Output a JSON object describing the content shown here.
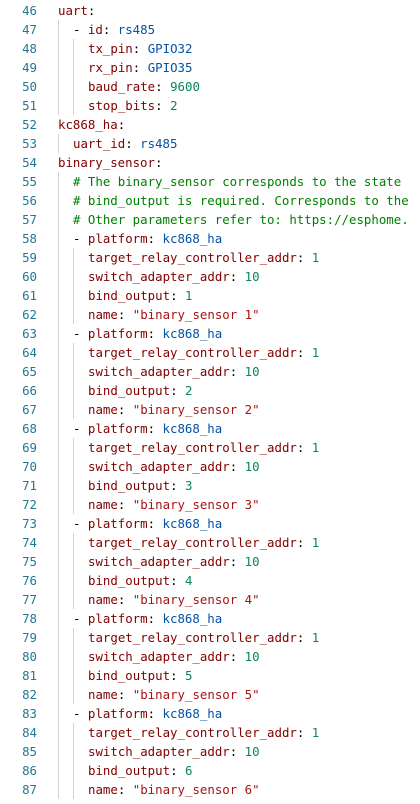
{
  "editor": {
    "lines": [
      {
        "number": "46",
        "indent": 0,
        "segments": [
          {
            "t": "uart",
            "c": "k"
          },
          {
            "t": ":",
            "c": "p"
          }
        ]
      },
      {
        "number": "47",
        "indent": 1,
        "segments": [
          {
            "t": "- ",
            "c": "p"
          },
          {
            "t": "id",
            "c": "k"
          },
          {
            "t": ": ",
            "c": "p"
          },
          {
            "t": "rs485",
            "c": "v"
          }
        ]
      },
      {
        "number": "48",
        "indent": 2,
        "segments": [
          {
            "t": "tx_pin",
            "c": "k"
          },
          {
            "t": ": ",
            "c": "p"
          },
          {
            "t": "GPIO32",
            "c": "v"
          }
        ]
      },
      {
        "number": "49",
        "indent": 2,
        "segments": [
          {
            "t": "rx_pin",
            "c": "k"
          },
          {
            "t": ": ",
            "c": "p"
          },
          {
            "t": "GPIO35",
            "c": "v"
          }
        ]
      },
      {
        "number": "50",
        "indent": 2,
        "segments": [
          {
            "t": "baud_rate",
            "c": "k"
          },
          {
            "t": ": ",
            "c": "p"
          },
          {
            "t": "9600",
            "c": "n"
          }
        ]
      },
      {
        "number": "51",
        "indent": 2,
        "segments": [
          {
            "t": "stop_bits",
            "c": "k"
          },
          {
            "t": ": ",
            "c": "p"
          },
          {
            "t": "2",
            "c": "n"
          }
        ]
      },
      {
        "number": "52",
        "indent": 0,
        "segments": [
          {
            "t": "kc868_ha",
            "c": "k"
          },
          {
            "t": ":",
            "c": "p"
          }
        ]
      },
      {
        "number": "53",
        "indent": 1,
        "segments": [
          {
            "t": "uart_id",
            "c": "k"
          },
          {
            "t": ": ",
            "c": "p"
          },
          {
            "t": "rs485",
            "c": "v"
          }
        ]
      },
      {
        "number": "54",
        "indent": 0,
        "segments": [
          {
            "t": "binary_sensor",
            "c": "k"
          },
          {
            "t": ":",
            "c": "p"
          }
        ]
      },
      {
        "number": "55",
        "indent": 1,
        "segments": [
          {
            "t": "# The binary_sensor corresponds to the state",
            "c": "c"
          }
        ]
      },
      {
        "number": "56",
        "indent": 1,
        "segments": [
          {
            "t": "# bind_output is required. Corresponds to the",
            "c": "c"
          }
        ]
      },
      {
        "number": "57",
        "indent": 1,
        "segments": [
          {
            "t": "# Other parameters refer to: https://esphome.",
            "c": "c"
          }
        ]
      },
      {
        "number": "58",
        "indent": 1,
        "segments": [
          {
            "t": "- ",
            "c": "p"
          },
          {
            "t": "platform",
            "c": "k"
          },
          {
            "t": ": ",
            "c": "p"
          },
          {
            "t": "kc868_ha",
            "c": "v"
          }
        ]
      },
      {
        "number": "59",
        "indent": 2,
        "segments": [
          {
            "t": "target_relay_controller_addr",
            "c": "k"
          },
          {
            "t": ": ",
            "c": "p"
          },
          {
            "t": "1",
            "c": "n"
          }
        ]
      },
      {
        "number": "60",
        "indent": 2,
        "segments": [
          {
            "t": "switch_adapter_addr",
            "c": "k"
          },
          {
            "t": ": ",
            "c": "p"
          },
          {
            "t": "10",
            "c": "n"
          }
        ]
      },
      {
        "number": "61",
        "indent": 2,
        "segments": [
          {
            "t": "bind_output",
            "c": "k"
          },
          {
            "t": ": ",
            "c": "p"
          },
          {
            "t": "1",
            "c": "n"
          }
        ]
      },
      {
        "number": "62",
        "indent": 2,
        "segments": [
          {
            "t": "name",
            "c": "k"
          },
          {
            "t": ": ",
            "c": "p"
          },
          {
            "t": "\"binary_sensor 1\"",
            "c": "s"
          }
        ]
      },
      {
        "number": "63",
        "indent": 1,
        "segments": [
          {
            "t": "- ",
            "c": "p"
          },
          {
            "t": "platform",
            "c": "k"
          },
          {
            "t": ": ",
            "c": "p"
          },
          {
            "t": "kc868_ha",
            "c": "v"
          }
        ]
      },
      {
        "number": "64",
        "indent": 2,
        "segments": [
          {
            "t": "target_relay_controller_addr",
            "c": "k"
          },
          {
            "t": ": ",
            "c": "p"
          },
          {
            "t": "1",
            "c": "n"
          }
        ]
      },
      {
        "number": "65",
        "indent": 2,
        "segments": [
          {
            "t": "switch_adapter_addr",
            "c": "k"
          },
          {
            "t": ": ",
            "c": "p"
          },
          {
            "t": "10",
            "c": "n"
          }
        ]
      },
      {
        "number": "66",
        "indent": 2,
        "segments": [
          {
            "t": "bind_output",
            "c": "k"
          },
          {
            "t": ": ",
            "c": "p"
          },
          {
            "t": "2",
            "c": "n"
          }
        ]
      },
      {
        "number": "67",
        "indent": 2,
        "segments": [
          {
            "t": "name",
            "c": "k"
          },
          {
            "t": ": ",
            "c": "p"
          },
          {
            "t": "\"binary_sensor 2\"",
            "c": "s"
          }
        ]
      },
      {
        "number": "68",
        "indent": 1,
        "segments": [
          {
            "t": "- ",
            "c": "p"
          },
          {
            "t": "platform",
            "c": "k"
          },
          {
            "t": ": ",
            "c": "p"
          },
          {
            "t": "kc868_ha",
            "c": "v"
          }
        ]
      },
      {
        "number": "69",
        "indent": 2,
        "segments": [
          {
            "t": "target_relay_controller_addr",
            "c": "k"
          },
          {
            "t": ": ",
            "c": "p"
          },
          {
            "t": "1",
            "c": "n"
          }
        ]
      },
      {
        "number": "70",
        "indent": 2,
        "segments": [
          {
            "t": "switch_adapter_addr",
            "c": "k"
          },
          {
            "t": ": ",
            "c": "p"
          },
          {
            "t": "10",
            "c": "n"
          }
        ]
      },
      {
        "number": "71",
        "indent": 2,
        "segments": [
          {
            "t": "bind_output",
            "c": "k"
          },
          {
            "t": ": ",
            "c": "p"
          },
          {
            "t": "3",
            "c": "n"
          }
        ]
      },
      {
        "number": "72",
        "indent": 2,
        "segments": [
          {
            "t": "name",
            "c": "k"
          },
          {
            "t": ": ",
            "c": "p"
          },
          {
            "t": "\"binary_sensor 3\"",
            "c": "s"
          }
        ]
      },
      {
        "number": "73",
        "indent": 1,
        "segments": [
          {
            "t": "- ",
            "c": "p"
          },
          {
            "t": "platform",
            "c": "k"
          },
          {
            "t": ": ",
            "c": "p"
          },
          {
            "t": "kc868_ha",
            "c": "v"
          }
        ]
      },
      {
        "number": "74",
        "indent": 2,
        "segments": [
          {
            "t": "target_relay_controller_addr",
            "c": "k"
          },
          {
            "t": ": ",
            "c": "p"
          },
          {
            "t": "1",
            "c": "n"
          }
        ]
      },
      {
        "number": "75",
        "indent": 2,
        "segments": [
          {
            "t": "switch_adapter_addr",
            "c": "k"
          },
          {
            "t": ": ",
            "c": "p"
          },
          {
            "t": "10",
            "c": "n"
          }
        ]
      },
      {
        "number": "76",
        "indent": 2,
        "segments": [
          {
            "t": "bind_output",
            "c": "k"
          },
          {
            "t": ": ",
            "c": "p"
          },
          {
            "t": "4",
            "c": "n"
          }
        ]
      },
      {
        "number": "77",
        "indent": 2,
        "segments": [
          {
            "t": "name",
            "c": "k"
          },
          {
            "t": ": ",
            "c": "p"
          },
          {
            "t": "\"binary_sensor 4\"",
            "c": "s"
          }
        ]
      },
      {
        "number": "78",
        "indent": 1,
        "segments": [
          {
            "t": "- ",
            "c": "p"
          },
          {
            "t": "platform",
            "c": "k"
          },
          {
            "t": ": ",
            "c": "p"
          },
          {
            "t": "kc868_ha",
            "c": "v"
          }
        ]
      },
      {
        "number": "79",
        "indent": 2,
        "segments": [
          {
            "t": "target_relay_controller_addr",
            "c": "k"
          },
          {
            "t": ": ",
            "c": "p"
          },
          {
            "t": "1",
            "c": "n"
          }
        ]
      },
      {
        "number": "80",
        "indent": 2,
        "segments": [
          {
            "t": "switch_adapter_addr",
            "c": "k"
          },
          {
            "t": ": ",
            "c": "p"
          },
          {
            "t": "10",
            "c": "n"
          }
        ]
      },
      {
        "number": "81",
        "indent": 2,
        "segments": [
          {
            "t": "bind_output",
            "c": "k"
          },
          {
            "t": ": ",
            "c": "p"
          },
          {
            "t": "5",
            "c": "n"
          }
        ]
      },
      {
        "number": "82",
        "indent": 2,
        "segments": [
          {
            "t": "name",
            "c": "k"
          },
          {
            "t": ": ",
            "c": "p"
          },
          {
            "t": "\"binary_sensor 5\"",
            "c": "s"
          }
        ]
      },
      {
        "number": "83",
        "indent": 1,
        "segments": [
          {
            "t": "- ",
            "c": "p"
          },
          {
            "t": "platform",
            "c": "k"
          },
          {
            "t": ": ",
            "c": "p"
          },
          {
            "t": "kc868_ha",
            "c": "v"
          }
        ]
      },
      {
        "number": "84",
        "indent": 2,
        "segments": [
          {
            "t": "target_relay_controller_addr",
            "c": "k"
          },
          {
            "t": ": ",
            "c": "p"
          },
          {
            "t": "1",
            "c": "n"
          }
        ]
      },
      {
        "number": "85",
        "indent": 2,
        "segments": [
          {
            "t": "switch_adapter_addr",
            "c": "k"
          },
          {
            "t": ": ",
            "c": "p"
          },
          {
            "t": "10",
            "c": "n"
          }
        ]
      },
      {
        "number": "86",
        "indent": 2,
        "segments": [
          {
            "t": "bind_output",
            "c": "k"
          },
          {
            "t": ": ",
            "c": "p"
          },
          {
            "t": "6",
            "c": "n"
          }
        ]
      },
      {
        "number": "87",
        "indent": 2,
        "segments": [
          {
            "t": "name",
            "c": "k"
          },
          {
            "t": ": ",
            "c": "p"
          },
          {
            "t": "\"binary_sensor 6\"",
            "c": "s"
          }
        ]
      }
    ]
  },
  "colors": {
    "line_number": "#237893",
    "key": "#800000",
    "value": "#0451a5",
    "number": "#098658",
    "string": "#a31515",
    "comment": "#008000",
    "indent_guide": "#d3d3d3"
  }
}
